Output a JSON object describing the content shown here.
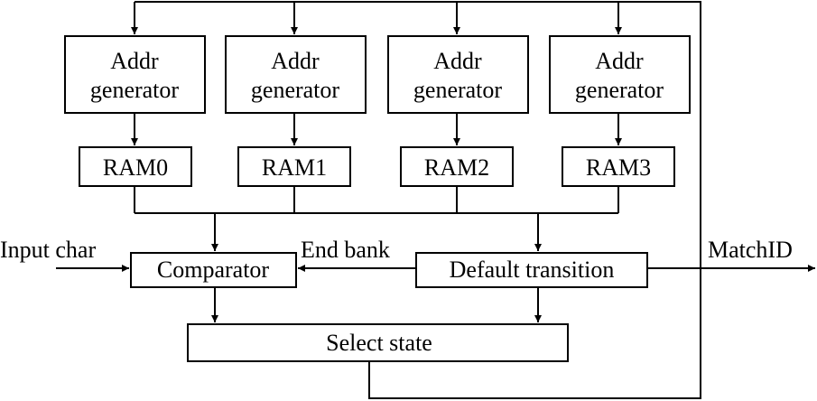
{
  "diagram": {
    "addr_generators": [
      {
        "line1": "Addr",
        "line2": "generator"
      },
      {
        "line1": "Addr",
        "line2": "generator"
      },
      {
        "line1": "Addr",
        "line2": "generator"
      },
      {
        "line1": "Addr",
        "line2": "generator"
      }
    ],
    "rams": [
      "RAM0",
      "RAM1",
      "RAM2",
      "RAM3"
    ],
    "comparator": "Comparator",
    "default_transition": "Default transition",
    "select_state": "Select state",
    "labels": {
      "input_char": "Input char",
      "end_bank": "End bank",
      "match_id": "MatchID"
    }
  }
}
